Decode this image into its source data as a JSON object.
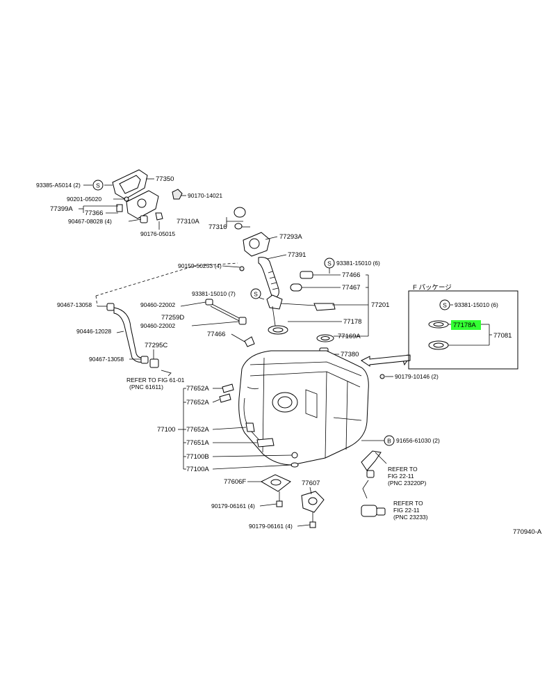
{
  "labels": {
    "p93385_a5014": "93385-A5014 (2)",
    "p77350": "77350",
    "p90201_05020": "90201-05020",
    "p90170_14021": "90170-14021",
    "p77399a": "77399A",
    "p77366": "77366",
    "p90467_08028": "90467-08028 (4)",
    "p90176_05015": "90176-05015",
    "p77310a": "77310A",
    "p77316": "77316",
    "p77293a": "77293A",
    "p77391": "77391",
    "p90159_50253": "90159-50253 (4)",
    "p93381_15010_6": "93381-15010 (6)",
    "p77466_top": "77466",
    "p77467": "77467",
    "p90467_13058_a": "90467-13058",
    "p93381_15010_7": "93381-15010 (7)",
    "p90460_22002_a": "90460-22002",
    "p77201": "77201",
    "p90446_12028": "90446-12028",
    "p77259d": "77259D",
    "p90460_22002_b": "90460-22002",
    "p77178": "77178",
    "p77466_mid": "77466",
    "p77169a": "77169A",
    "p77295c": "77295C",
    "p77380": "77380",
    "p90467_13058_b": "90467-13058",
    "refer_fig_61_01_a": "REFER TO FIG 61-01",
    "refer_fig_61_01_b": "(PNC 61611)",
    "p90179_10146": "90179-10146 (2)",
    "p77652a_1": "77652A",
    "p77652a_2": "77652A",
    "p77100": "77100",
    "p77652a_3": "77652A",
    "p77651a": "77651A",
    "p91656_61030": "91656-61030 (2)",
    "p77100b": "77100B",
    "refer_22_11_a_1": "REFER TO",
    "refer_22_11_a_2": "FIG 22-11",
    "refer_22_11_a_3": "(PNC 23220P)",
    "p77100a": "77100A",
    "p77606f": "77606F",
    "p77607": "77607",
    "refer_22_11_b_1": "REFER TO",
    "refer_22_11_b_2": "FIG 22-11",
    "refer_22_11_b_3": "(PNC 23233)",
    "p90179_06161_a": "90179-06161 (4)",
    "p90179_06161_b": "90179-06161 (4)",
    "figure_id": "770940-A"
  },
  "package_box": {
    "title": "F パッケージ",
    "p93381_15010": "93381-15010 (6)",
    "p77178a": "77178A",
    "p77081": "77081"
  },
  "highlight_color": "#33ff33",
  "icons": {
    "circle_s": "S",
    "circle_b": "B"
  }
}
